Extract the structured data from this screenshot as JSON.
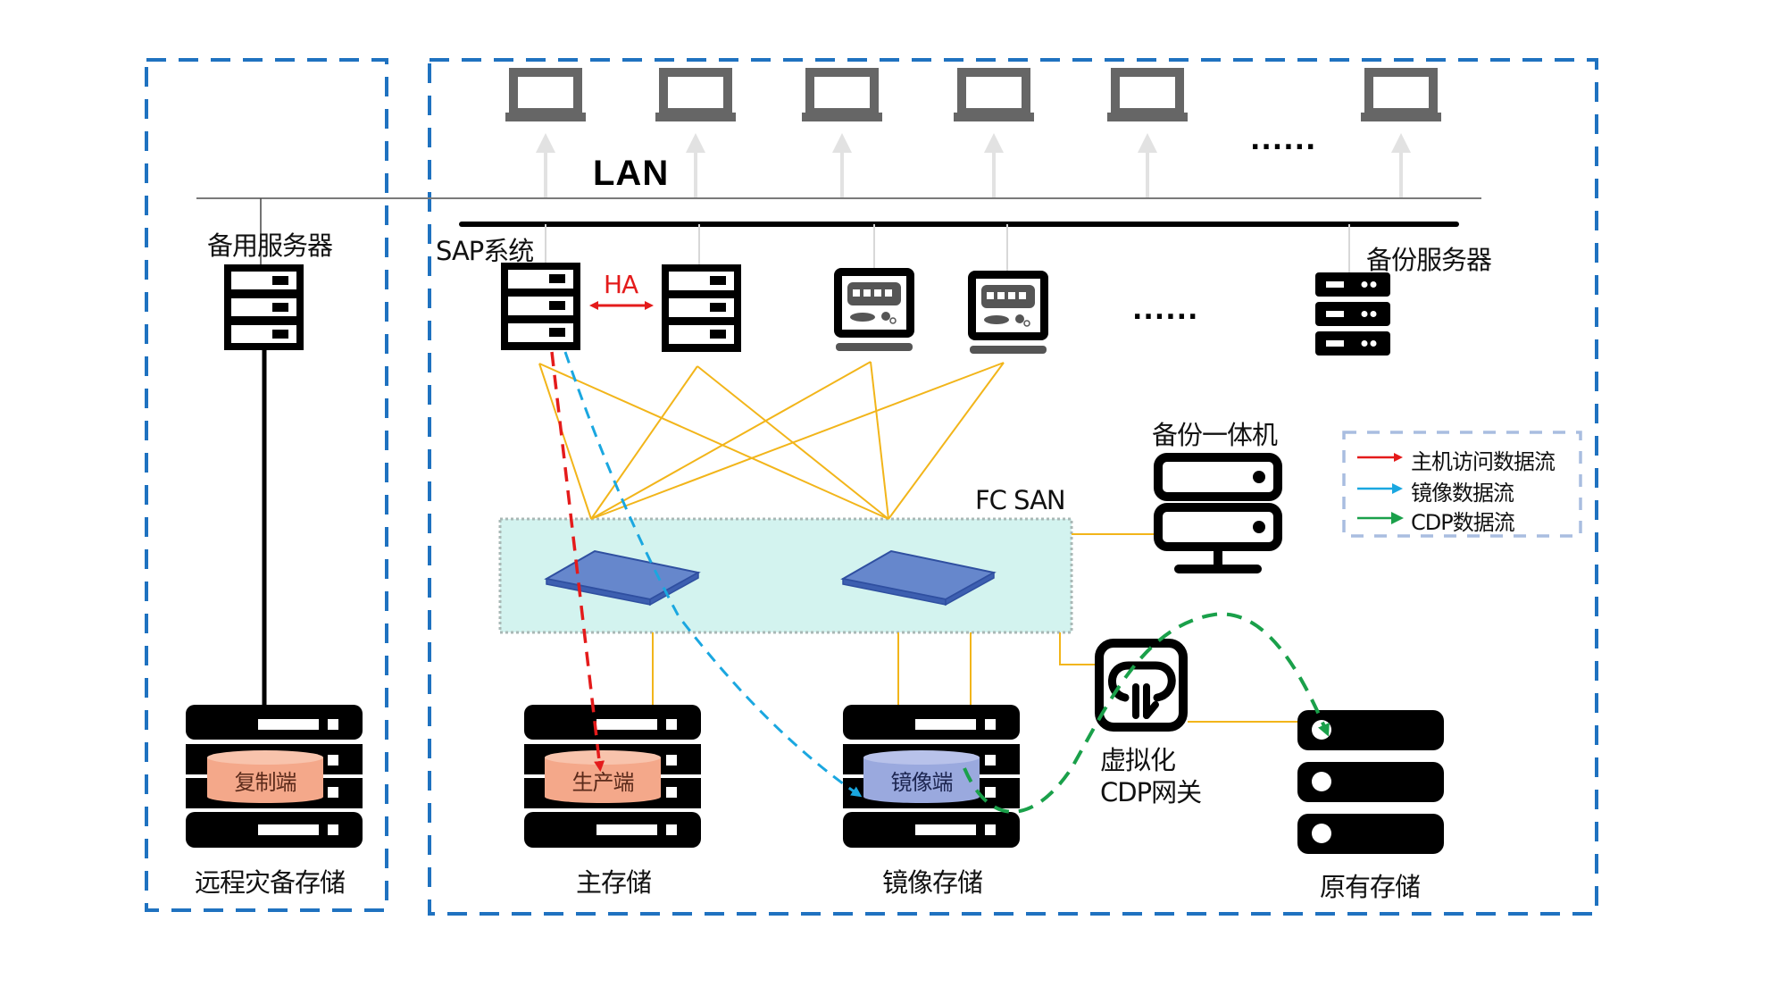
{
  "diagram": {
    "network_label": "LAN",
    "lan_ellipsis": "......",
    "server_ellipsis": "......",
    "zones": {
      "remote": "remote-disaster-recovery-zone",
      "primary": "primary-data-center-zone"
    },
    "nodes": {
      "standby_server": "备用服务器",
      "sap_system": "SAP系统",
      "ha_label": "HA",
      "backup_server": "备份服务器",
      "backup_appliance": "备份一体机",
      "fc_san": "FC SAN",
      "cdp_gateway_line1": "虚拟化",
      "cdp_gateway_line2": "CDP网关",
      "remote_storage": "远程灾备存储",
      "main_storage": "主存储",
      "mirror_storage": "镜像存储",
      "original_storage": "原有存储"
    },
    "volumes": {
      "replica": "复制端",
      "production": "生产端",
      "mirror": "镜像端"
    },
    "legend": [
      {
        "label": "主机访问数据流",
        "color": "#e41b1b"
      },
      {
        "label": "镜像数据流",
        "color": "#1aa7e0"
      },
      {
        "label": "CDP数据流",
        "color": "#1aa04a"
      }
    ],
    "colors": {
      "zone_border": "#1f72c0",
      "fc_link": "#f2b51a",
      "san_fill": "#d3f3ef",
      "switch_fill": "#6687cc",
      "volume_orange": "#f4a88a",
      "volume_blue": "#9aa9de",
      "laptop_gray": "#666666",
      "uplink_arrow": "#e2e2e2"
    },
    "laptop_count": 6
  }
}
